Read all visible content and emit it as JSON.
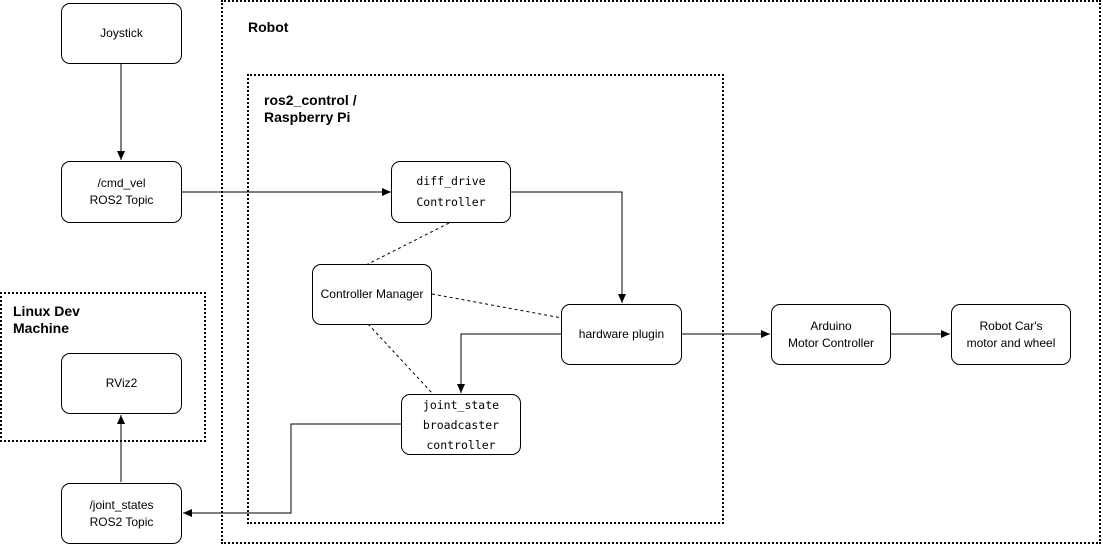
{
  "frames": {
    "robot": "Robot",
    "ros2_control": "ros2_control /\n Raspberry Pi",
    "linux_dev": "Linux Dev\n Machine"
  },
  "nodes": {
    "joystick": "Joystick",
    "cmd_vel": "/cmd_vel\nROS2 Topic",
    "diff_drive": "diff_drive\nController",
    "controller_manager": "Controller Manager",
    "hardware_plugin": "hardware plugin",
    "joint_state": "joint_state\nbroadcaster\ncontroller",
    "rviz2": "RViz2",
    "joint_states": "/joint_states\nROS2 Topic",
    "arduino": "Arduino\nMotor Controller",
    "robot_car": "Robot Car's\nmotor and wheel"
  },
  "edges": [
    {
      "from": "joystick",
      "to": "cmd_vel",
      "style": "solid",
      "arrow": true
    },
    {
      "from": "cmd_vel",
      "to": "diff_drive",
      "style": "solid",
      "arrow": true
    },
    {
      "from": "diff_drive",
      "to": "hardware_plugin",
      "style": "solid",
      "arrow": true
    },
    {
      "from": "hardware_plugin",
      "to": "arduino",
      "style": "solid",
      "arrow": true
    },
    {
      "from": "arduino",
      "to": "robot_car",
      "style": "solid",
      "arrow": true
    },
    {
      "from": "hardware_plugin",
      "to": "joint_state",
      "style": "solid",
      "arrow": true
    },
    {
      "from": "joint_state",
      "to": "joint_states",
      "style": "solid",
      "arrow": true
    },
    {
      "from": "joint_states",
      "to": "rviz2",
      "style": "solid",
      "arrow": true
    },
    {
      "from": "controller_manager",
      "to": "diff_drive",
      "style": "dashed",
      "arrow": false
    },
    {
      "from": "controller_manager",
      "to": "hardware_plugin",
      "style": "dashed",
      "arrow": false
    },
    {
      "from": "controller_manager",
      "to": "joint_state",
      "style": "dashed",
      "arrow": false
    }
  ]
}
